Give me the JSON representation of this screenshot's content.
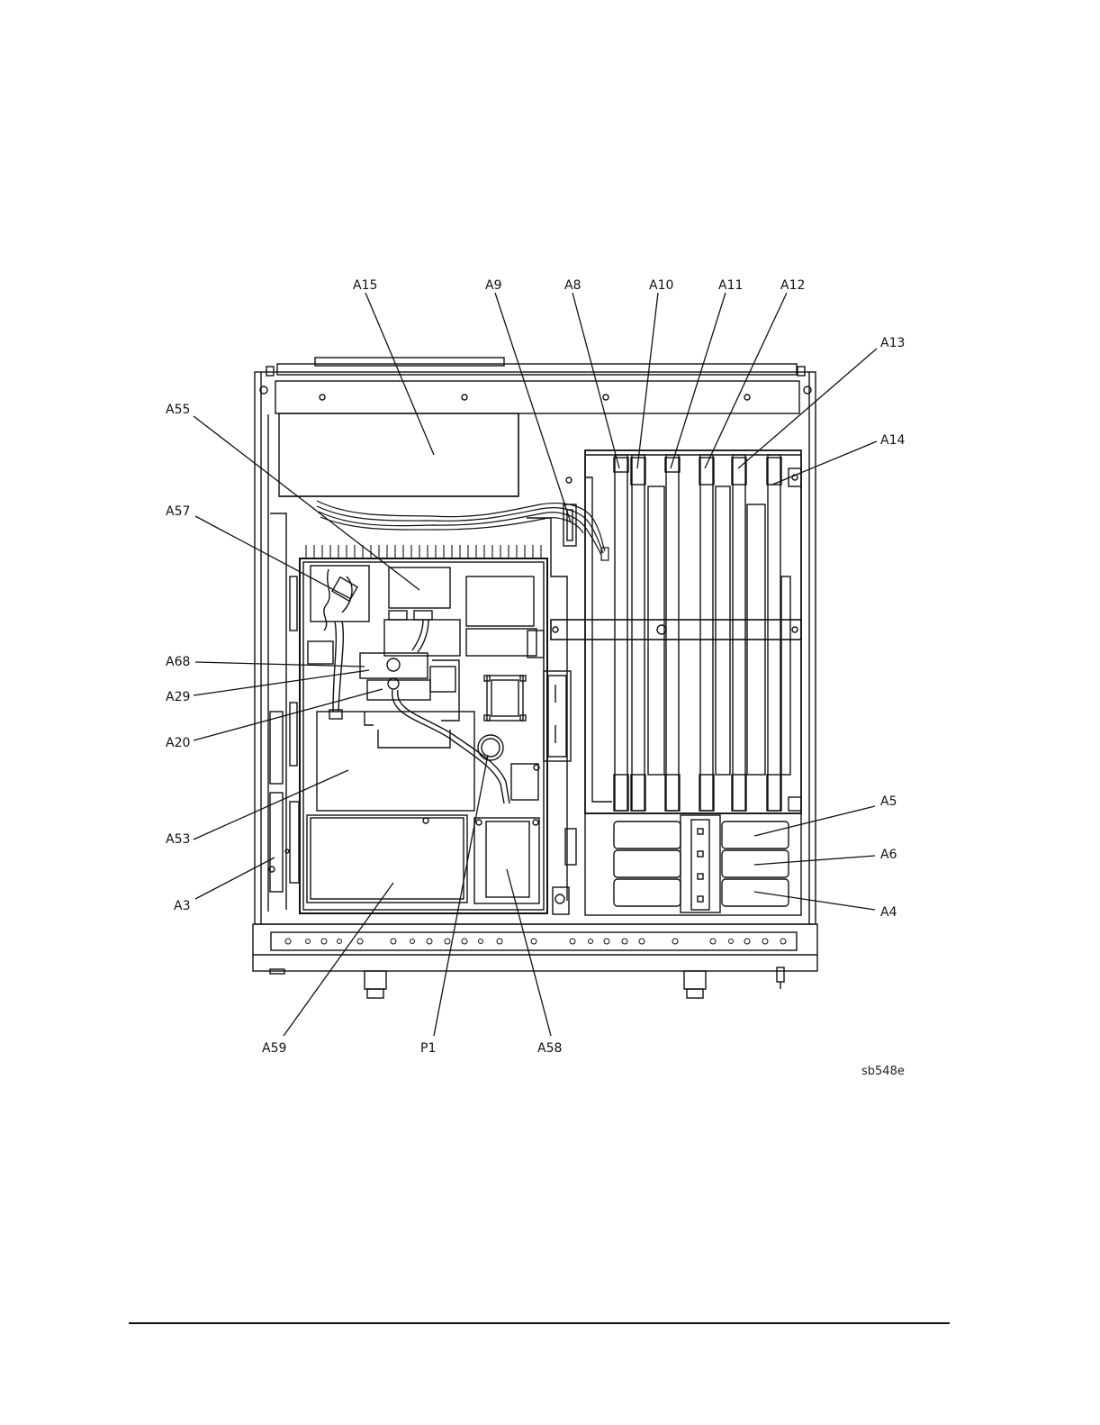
{
  "figure": {
    "id_text": "sb548e",
    "labels": [
      {
        "key": "A15",
        "text": "A15"
      },
      {
        "key": "A9",
        "text": "A9"
      },
      {
        "key": "A8",
        "text": "A8"
      },
      {
        "key": "A10",
        "text": "A10"
      },
      {
        "key": "A11",
        "text": "A11"
      },
      {
        "key": "A12",
        "text": "A12"
      },
      {
        "key": "A13",
        "text": "A13"
      },
      {
        "key": "A14",
        "text": "A14"
      },
      {
        "key": "A55",
        "text": "A55"
      },
      {
        "key": "A57",
        "text": "A57"
      },
      {
        "key": "A68",
        "text": "A68"
      },
      {
        "key": "A29",
        "text": "A29"
      },
      {
        "key": "A20",
        "text": "A20"
      },
      {
        "key": "A53",
        "text": "A53"
      },
      {
        "key": "A3",
        "text": "A3"
      },
      {
        "key": "A5",
        "text": "A5"
      },
      {
        "key": "A6",
        "text": "A6"
      },
      {
        "key": "A4",
        "text": "A4"
      },
      {
        "key": "A59",
        "text": "A59"
      },
      {
        "key": "P1",
        "text": "P1"
      },
      {
        "key": "A58",
        "text": "A58"
      }
    ]
  }
}
